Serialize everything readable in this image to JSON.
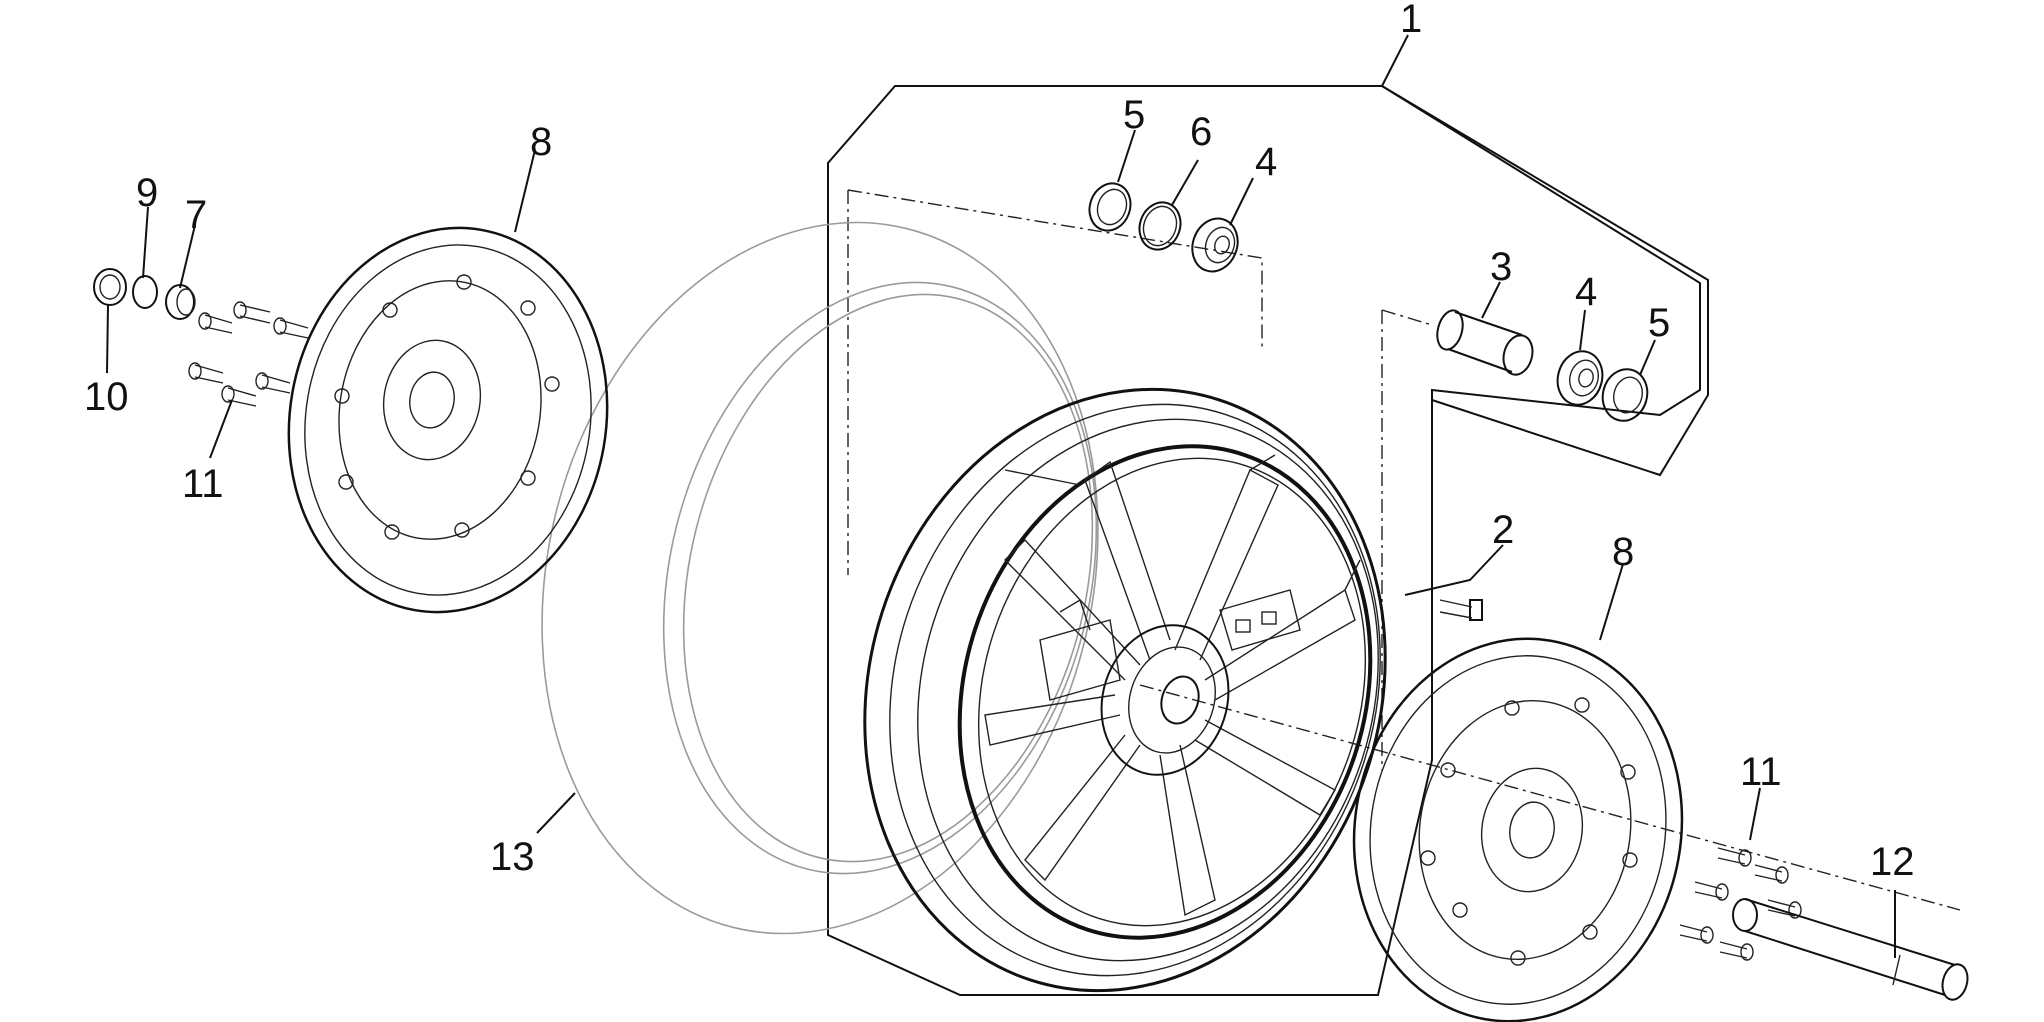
{
  "callouts": {
    "c1": "1",
    "c2": "2",
    "c3": "3",
    "c4a": "4",
    "c4b": "4",
    "c5a": "5",
    "c5b": "5",
    "c6": "6",
    "c7": "7",
    "c8a": "8",
    "c8b": "8",
    "c9": "9",
    "c10": "10",
    "c11a": "11",
    "c11b": "11",
    "c12": "12",
    "c13": "13"
  },
  "colors": {
    "line": "#111111",
    "tire": "#9a9a9a",
    "background": "#ffffff"
  }
}
